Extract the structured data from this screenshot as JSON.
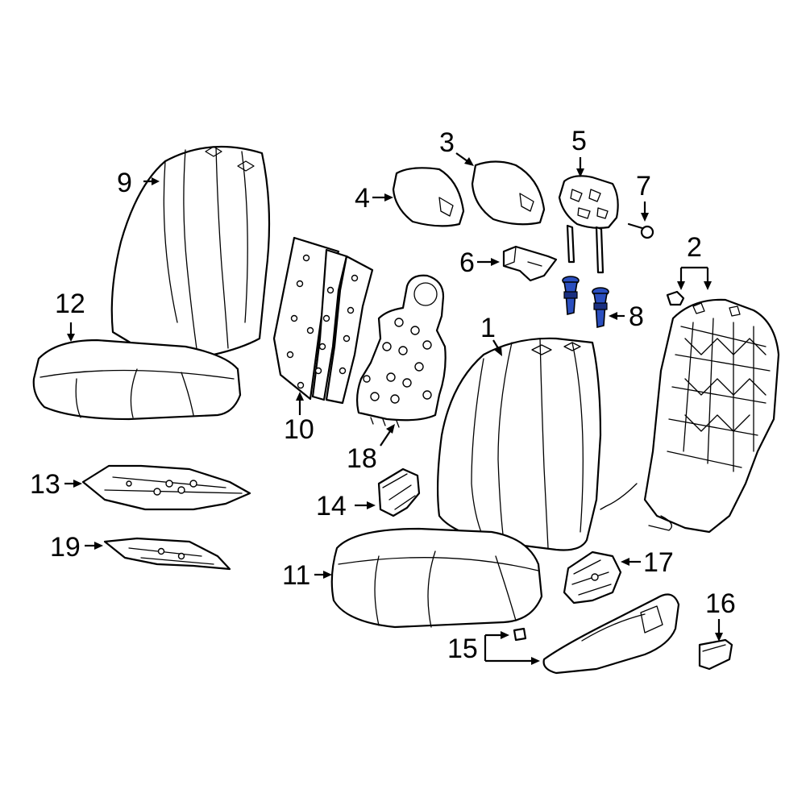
{
  "callouts": {
    "c1": "1",
    "c2": "2",
    "c3": "3",
    "c4": "4",
    "c5": "5",
    "c6": "6",
    "c7": "7",
    "c8": "8",
    "c9": "9",
    "c10": "10",
    "c11": "11",
    "c12": "12",
    "c13": "13",
    "c14": "14",
    "c15": "15",
    "c16": "16",
    "c17": "17",
    "c18": "18",
    "c19": "19"
  },
  "colors": {
    "line": "#000000",
    "background": "#ffffff",
    "highlight": "#2b4fbf"
  },
  "highlighted_part": "8"
}
